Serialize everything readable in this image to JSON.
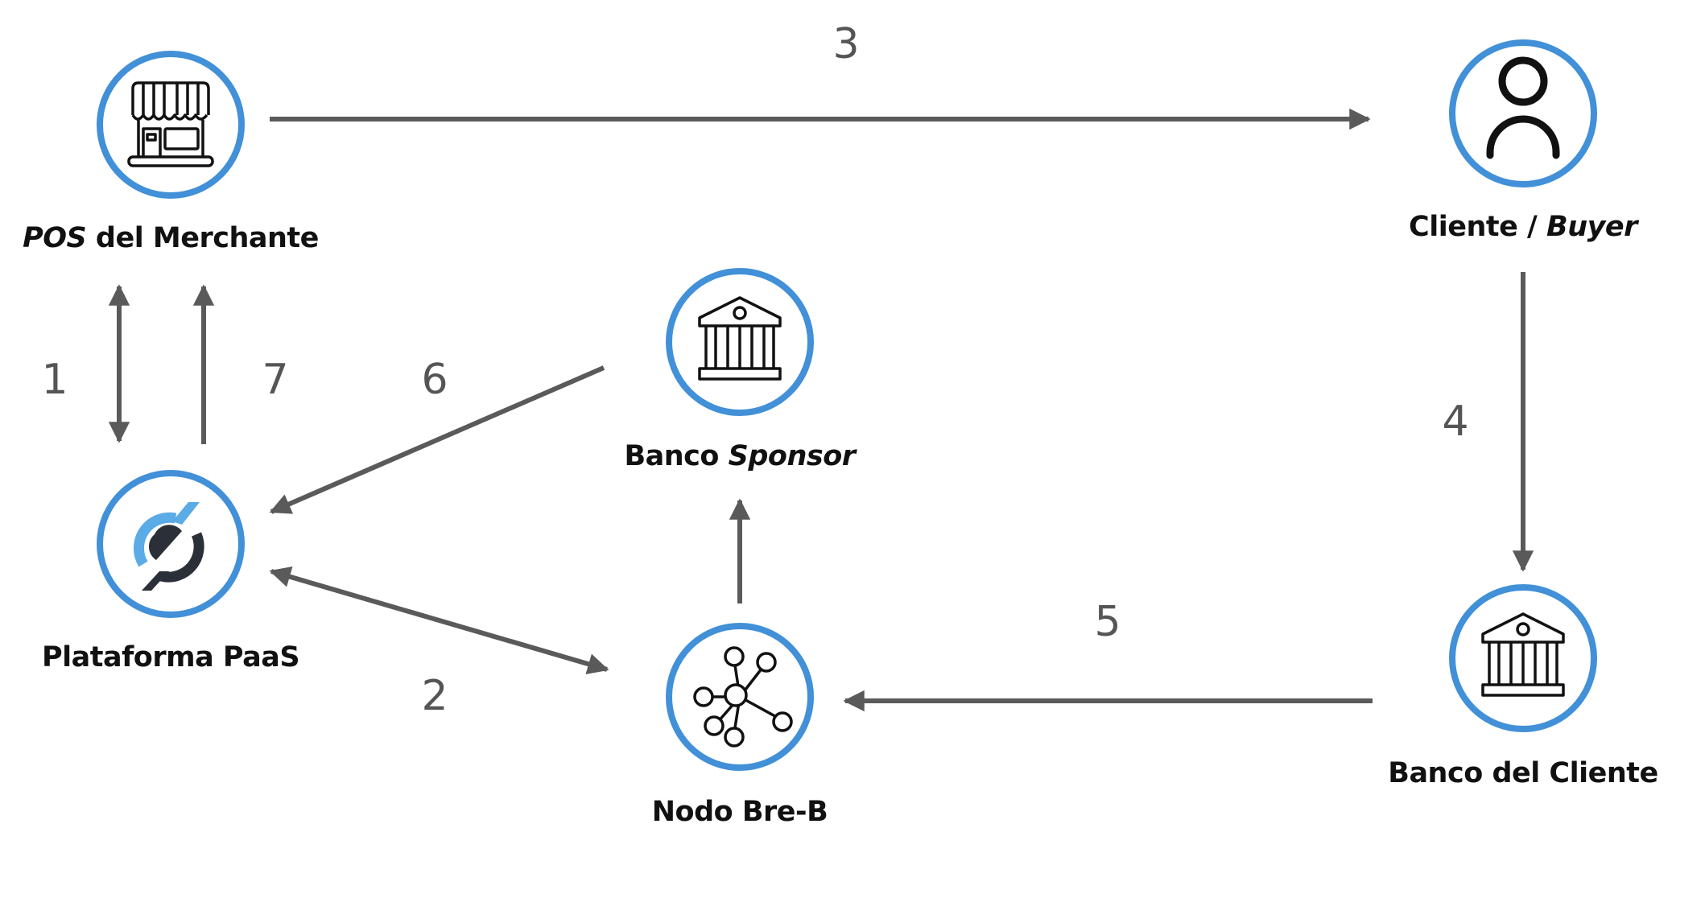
{
  "colors": {
    "node_ring": "#4190d8",
    "arrow": "#5a5a5a",
    "icon": "#111111",
    "logo_light": "#5aabe6",
    "logo_dark": "#2b3038"
  },
  "nodes": {
    "pos": {
      "label_italic": "POS",
      "label_rest": " del Merchante",
      "icon": "storefront-icon"
    },
    "cliente": {
      "label_plain": "Cliente / ",
      "label_italic": "Buyer",
      "icon": "user-icon"
    },
    "sponsor": {
      "label_plain": "Banco ",
      "label_italic": "Sponsor",
      "icon": "bank-icon"
    },
    "paas": {
      "label": "Plataforma PaaS",
      "icon": "paas-logo-icon"
    },
    "nodo": {
      "label": "Nodo Bre-B",
      "icon": "network-hub-icon"
    },
    "banco_cliente": {
      "label": "Banco del Cliente",
      "icon": "bank-icon"
    }
  },
  "steps": {
    "s1": "1",
    "s2": "2",
    "s3": "3",
    "s4": "4",
    "s5": "5",
    "s6": "6",
    "s7": "7"
  },
  "flows": [
    {
      "step": "1",
      "from": "pos",
      "to": "paas",
      "bidirectional": true
    },
    {
      "step": "2",
      "from": "paas",
      "to": "nodo",
      "bidirectional": true
    },
    {
      "step": "3",
      "from": "pos",
      "to": "cliente",
      "bidirectional": false
    },
    {
      "step": "4",
      "from": "cliente",
      "to": "banco_cliente",
      "bidirectional": false
    },
    {
      "step": "5",
      "from": "banco_cliente",
      "to": "nodo",
      "bidirectional": false
    },
    {
      "step": "",
      "from": "nodo",
      "to": "sponsor",
      "bidirectional": false
    },
    {
      "step": "6",
      "from": "sponsor",
      "to": "paas",
      "bidirectional": false
    },
    {
      "step": "7",
      "from": "paas",
      "to": "pos",
      "bidirectional": false
    }
  ]
}
